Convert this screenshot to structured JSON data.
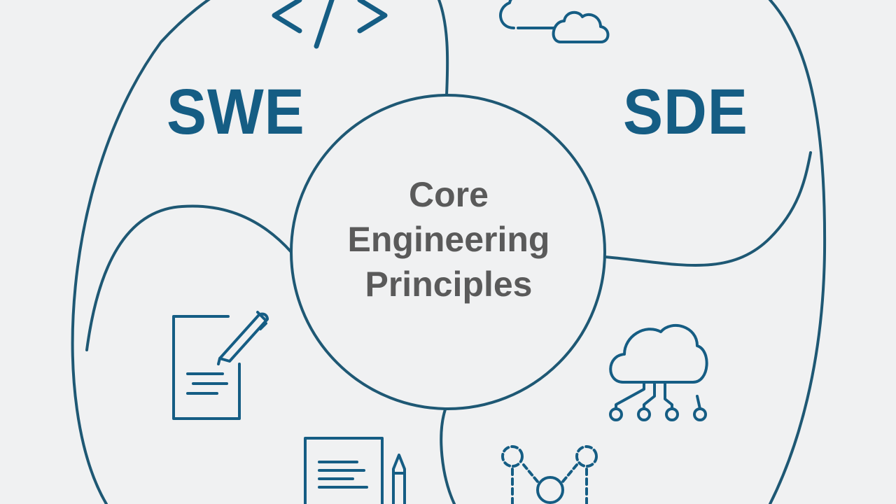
{
  "colors": {
    "background": "#f0f1f2",
    "outline": "#1e5874",
    "accent_text": "#155d84",
    "center_text": "#5a5a5a"
  },
  "left_segment": {
    "label": "SWE",
    "icons": [
      "code-brackets-icon",
      "document-pen-icon",
      "notes-pencil-icon"
    ]
  },
  "right_segment": {
    "label": "SDE",
    "icons": [
      "clouds-icon",
      "cloud-network-icon",
      "node-graph-icon"
    ]
  },
  "center": {
    "lines": [
      "Core",
      "Engineering",
      "Principles"
    ]
  }
}
